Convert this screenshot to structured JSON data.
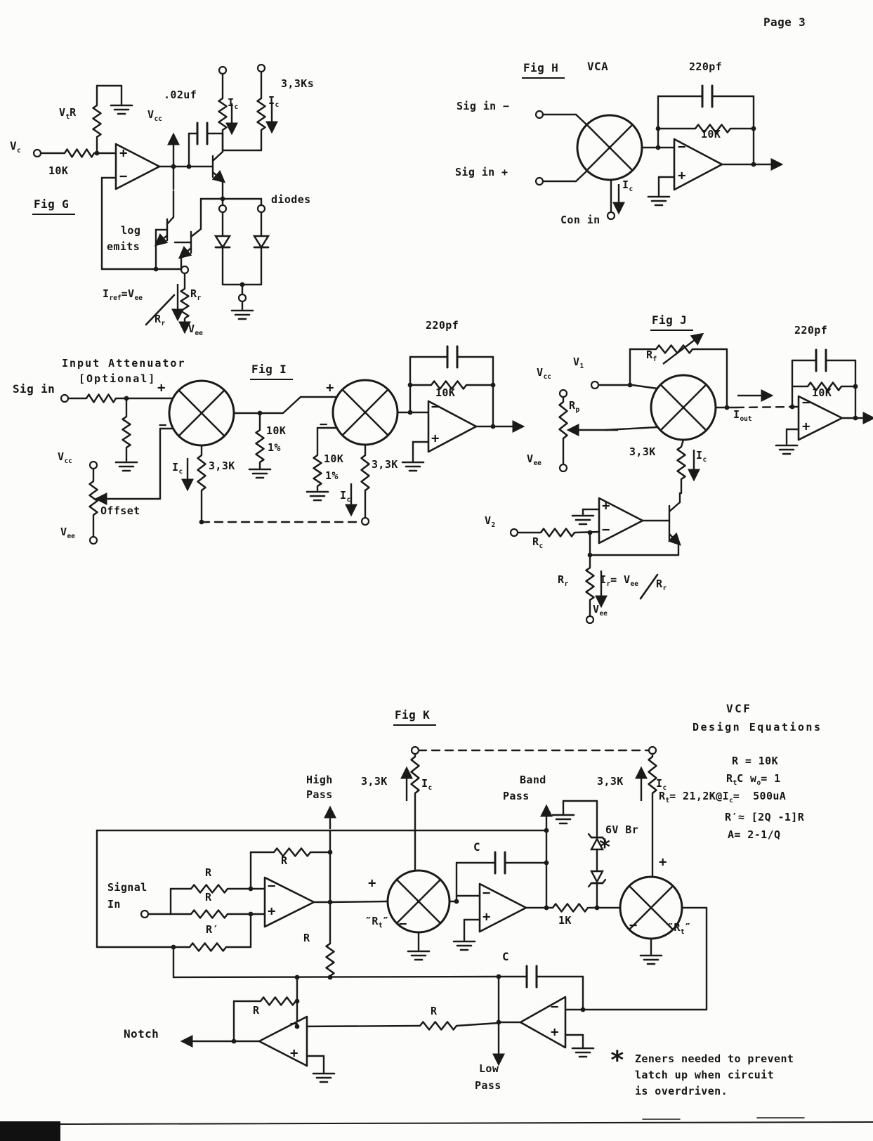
{
  "page": {
    "number": "Page 3"
  },
  "sym": {
    "plus": "+",
    "minus": "−"
  },
  "fig_g": {
    "title": "Fig G",
    "vc": "V~c~",
    "r_in": "10K",
    "vtr": "V~t~R",
    "vcc": "V~cc~",
    "cap": ".02uf",
    "ic1": "I~c~",
    "ic2": "I~c~",
    "r_load": "3,3Ks",
    "diodes": "diodes",
    "log": "log",
    "emits": "emits",
    "iref": "I~ref~=V~ee~",
    "iref_den": "R~r~",
    "rr": "R~r~",
    "vee": "V~ee~"
  },
  "fig_h": {
    "title": "Fig H",
    "name": "VCA",
    "cap": "220pf",
    "r_fb": "10K",
    "sig_minus": "Sig in −",
    "sig_plus": "Sig in +",
    "ic": "I~c~",
    "con_in": "Con in"
  },
  "fig_i": {
    "title": "Fig I",
    "att1": "Input Attenuator",
    "att2": "[Optional]",
    "sig_in": "Sig in",
    "vcc": "V~cc~",
    "offset": "Offset",
    "vee": "V~ee~",
    "ic1": "I~c~",
    "r33k1": "3,3K",
    "r10k1": "10K",
    "pct1": "1%",
    "r10k2": "10K",
    "pct2": "1%",
    "r33k2": "3,3K",
    "ic2": "I~c~",
    "cap": "220pf",
    "r_fb": "10K"
  },
  "fig_j": {
    "title": "Fig J",
    "rf": "R~f~",
    "v1": "V~1~",
    "vcc": "V~cc~",
    "rp": "R~p~",
    "vee1": "V~ee~",
    "r33k": "3,3K",
    "ic": "I~c~",
    "iout": "I~out~",
    "cap": "220pf",
    "r_fb": "10K",
    "v2": "V~2~",
    "rc": "R~c~",
    "rr": "R~r~",
    "ir": "I~r~= V~ee~",
    "ir_den": "R~r~",
    "vee2": "V~ee~"
  },
  "fig_k": {
    "title": "Fig K",
    "high1": "High",
    "high2": "Pass",
    "band1": "Band",
    "band2": "Pass",
    "low1": "Low",
    "low2": "Pass",
    "notch": "Notch",
    "r33k_l": "3,3K",
    "ic_l": "I~c~",
    "r33k_r": "3,3K",
    "ic_r": "I~c~",
    "zener": "6V Br",
    "star": "*",
    "c1": "C",
    "c2": "C",
    "r1k": "1K",
    "rt1": "″R~t~″",
    "rt2": "″R~t~″",
    "sig1": "Signal",
    "sig2": "In",
    "r_fb": "R",
    "r_minus": "R",
    "r_plus": "R",
    "r_prime": "R′",
    "r_vert": "R",
    "r_notch": "R",
    "r_lp": "R"
  },
  "equations": {
    "title1": "VCF",
    "title2": "Design Equations",
    "eq1": "R = 10K",
    "eq2": "R~t~C w~o~= 1",
    "eq3": "R~t~= 21,2K@I~c~=  500uA",
    "eq4": "R′≈ [2Q -1]R",
    "eq5": "A= 2-1/Q"
  },
  "notes": {
    "star": "*",
    "line1": "Zeners needed to prevent",
    "line2": "latch up when circuit",
    "line3": "is overdriven."
  }
}
